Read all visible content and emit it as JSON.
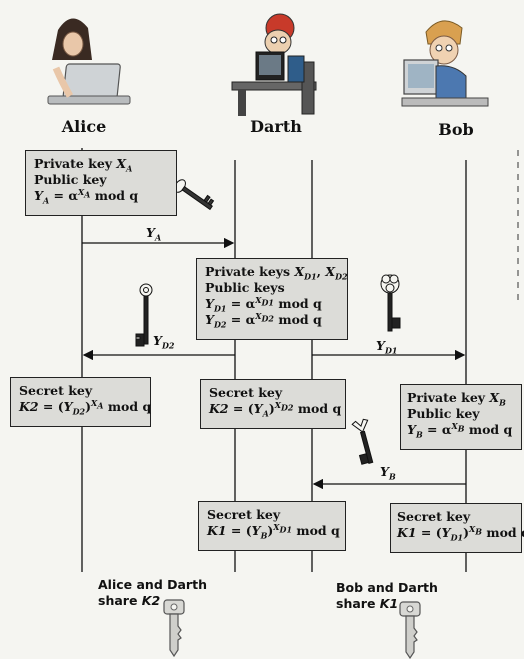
{
  "actors": {
    "alice": "Alice",
    "darth": "Darth",
    "bob": "Bob"
  },
  "alice_box": {
    "line1": "Private key",
    "line1_var": "X",
    "line1_sub": "A",
    "line2": "Public key",
    "line3_lhs": "Y",
    "line3_lhs_sub": "A",
    "line3_eq": " = α",
    "line3_sup_var": "X",
    "line3_sup_sub": "A",
    "line3_tail": " mod q"
  },
  "darth_keys_box": {
    "line1": "Private keys",
    "line1_var1": "X",
    "line1_sub1": "D1",
    "line1_sep": ", ",
    "line1_var2": "X",
    "line1_sub2": "D2",
    "line2": "Public keys",
    "line3_lhs": "Y",
    "line3_lhs_sub": "D1",
    "line3_eq": " = α",
    "line3_sup_var": "X",
    "line3_sup_sub": "D1",
    "line3_tail": " mod q",
    "line4_lhs": "Y",
    "line4_lhs_sub": "D2",
    "line4_eq": " = α",
    "line4_sup_var": "X",
    "line4_sup_sub": "D2",
    "line4_tail": " mod q"
  },
  "alice_secret_box": {
    "line1": "Secret key",
    "line2_lhs": "K2",
    "line2_eq": " = (",
    "line2_base": "Y",
    "line2_base_sub": "D2",
    "line2_close": ")",
    "line2_sup_var": "X",
    "line2_sup_sub": "A",
    "line2_tail": " mod q"
  },
  "darth_secret2_box": {
    "line1": "Secret key",
    "line2_lhs": "K2",
    "line2_eq": " = (",
    "line2_base": "Y",
    "line2_base_sub": "A",
    "line2_close": ")",
    "line2_sup_var": "X",
    "line2_sup_sub": "D2",
    "line2_tail": " mod q"
  },
  "bob_box": {
    "line1": "Private key",
    "line1_var": "X",
    "line1_sub": "B",
    "line2": "Public key",
    "line3_lhs": "Y",
    "line3_lhs_sub": "B",
    "line3_eq": " = α",
    "line3_sup_var": "X",
    "line3_sup_sub": "B",
    "line3_tail": " mod q"
  },
  "darth_secret1_box": {
    "line1": "Secret key",
    "line2_lhs": "K1",
    "line2_eq": " = (",
    "line2_base": "Y",
    "line2_base_sub": "B",
    "line2_close": ")",
    "line2_sup_var": "X",
    "line2_sup_sub": "D1",
    "line2_tail": " mod q"
  },
  "bob_secret_box": {
    "line1": "Secret key",
    "line2_lhs": "K1",
    "line2_eq": " = (",
    "line2_base": "Y",
    "line2_base_sub": "D1",
    "line2_close": ")",
    "line2_sup_var": "X",
    "line2_sup_sub": "B",
    "line2_tail": " mod q"
  },
  "messages": {
    "ya": {
      "var": "Y",
      "sub": "A"
    },
    "yd2": {
      "var": "Y",
      "sub": "D2"
    },
    "yd1": {
      "var": "Y",
      "sub": "D1"
    },
    "yb": {
      "var": "Y",
      "sub": "B"
    }
  },
  "share_alice": {
    "line1": "Alice and Darth",
    "line2_prefix": "share ",
    "line2_key": "K2"
  },
  "share_bob": {
    "line1": "Bob and Darth",
    "line2_prefix": "share ",
    "line2_key": "K1"
  },
  "icons": [
    "person-laptop-icon",
    "person-computer-icon",
    "key-icon"
  ],
  "colors": {
    "background": "#f5f5f1",
    "box_fill": "#dcdcd8",
    "line": "#111111"
  }
}
